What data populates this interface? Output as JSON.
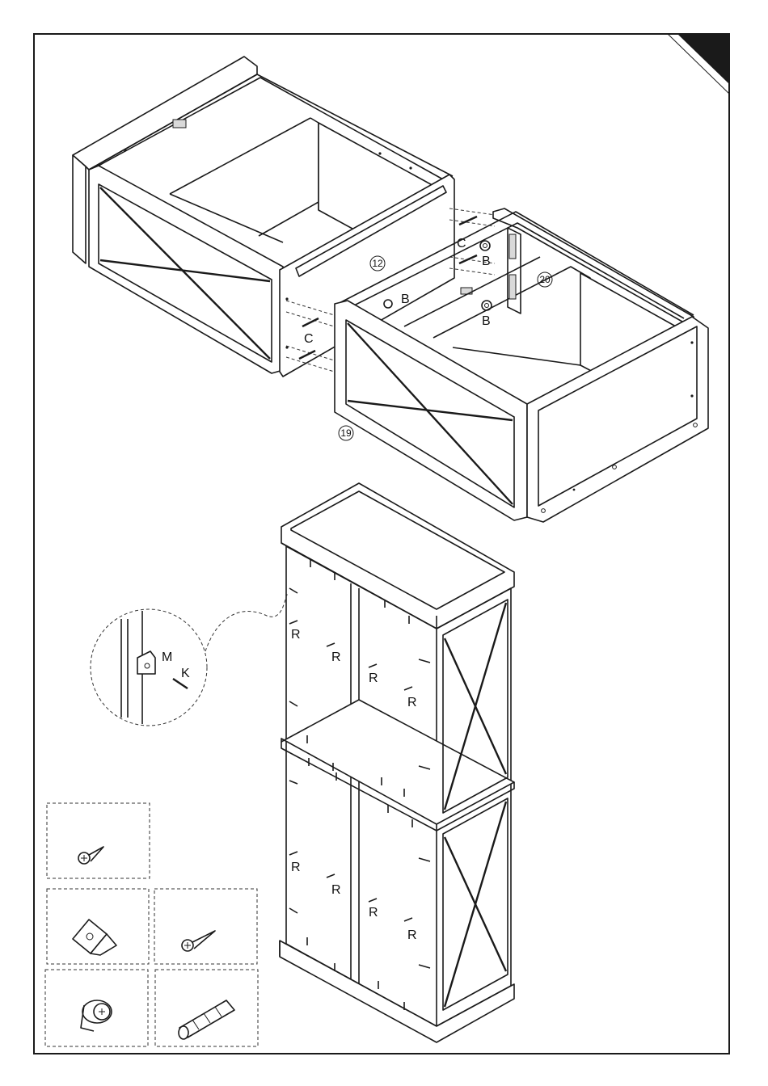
{
  "labels": {
    "part_12": "12",
    "part_19": "19",
    "part_20": "20",
    "c1": "C",
    "c2": "C",
    "b1": "B",
    "b2": "B",
    "b3": "B",
    "b4": "B",
    "m": "M",
    "k": "K",
    "r": "R"
  },
  "hardware_icons": [
    "screw-r-icon",
    "bracket-m-icon",
    "screw-k-icon",
    "cam-lock-b-icon",
    "dowel-c-icon"
  ],
  "colors": {
    "ink": "#1a1a1a",
    "paper": "#ffffff",
    "corner_tab": "#1a1a1a"
  }
}
